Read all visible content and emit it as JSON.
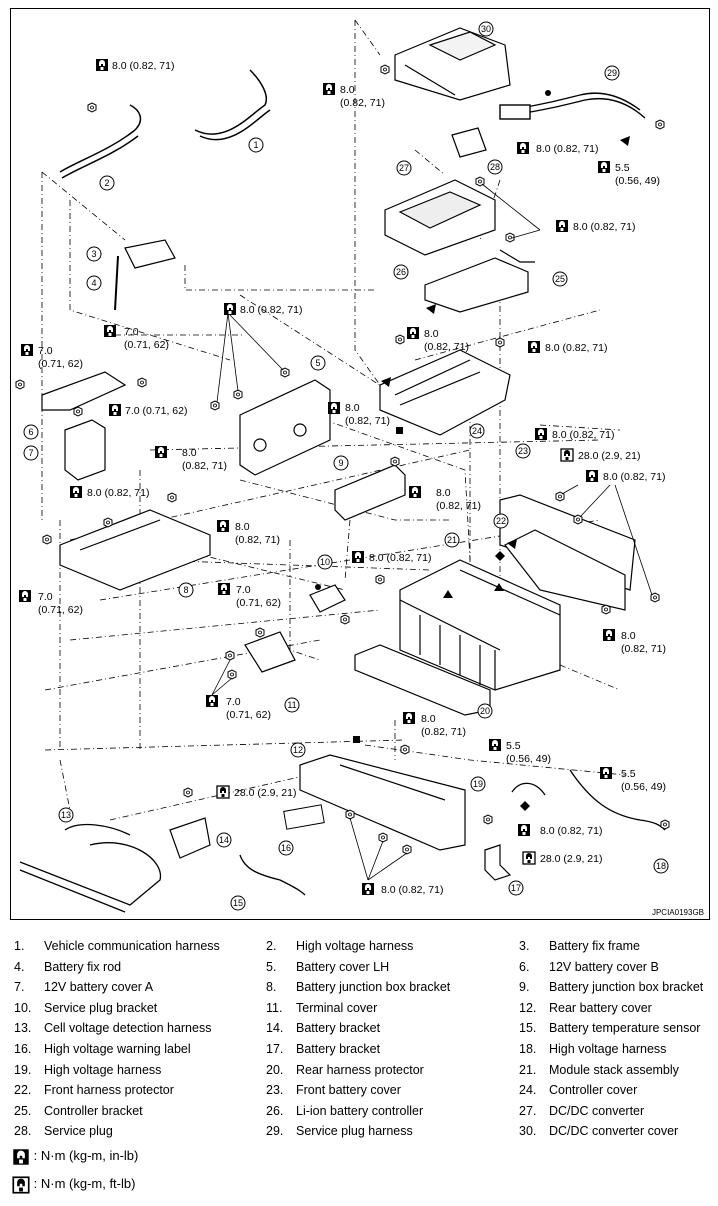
{
  "diagram": {
    "code": "JPCIA0193GB",
    "callouts": [
      "1",
      "2",
      "3",
      "4",
      "5",
      "6",
      "7",
      "8",
      "9",
      "10",
      "11",
      "12",
      "13",
      "14",
      "15",
      "16",
      "17",
      "18",
      "19",
      "20",
      "21",
      "22",
      "23",
      "24",
      "25",
      "26",
      "27",
      "28",
      "29",
      "30"
    ],
    "torque_labels": {
      "t8": "8.0 (0.82, 71)",
      "t8b": "8.0",
      "t8c": "(0.82, 71)",
      "t7": "7.0 (0.71, 62)",
      "t7b": "7.0",
      "t7c": "(0.71, 62)",
      "t55": "5.5",
      "t55c": "(0.56, 49)",
      "t28": "28.0 (2.9, 21)"
    }
  },
  "legend": {
    "items": [
      {
        "num": "1.",
        "label": "Vehicle communication harness"
      },
      {
        "num": "2.",
        "label": "High voltage harness"
      },
      {
        "num": "3.",
        "label": "Battery fix frame"
      },
      {
        "num": "4.",
        "label": "Battery fix rod"
      },
      {
        "num": "5.",
        "label": "Battery cover LH"
      },
      {
        "num": "6.",
        "label": "12V battery cover B"
      },
      {
        "num": "7.",
        "label": "12V battery cover A"
      },
      {
        "num": "8.",
        "label": "Battery junction box bracket"
      },
      {
        "num": "9.",
        "label": "Battery junction box bracket"
      },
      {
        "num": "10.",
        "label": "Service plug bracket"
      },
      {
        "num": "11.",
        "label": "Terminal cover"
      },
      {
        "num": "12.",
        "label": "Rear battery cover"
      },
      {
        "num": "13.",
        "label": "Cell voltage detection harness"
      },
      {
        "num": "14.",
        "label": "Battery bracket"
      },
      {
        "num": "15.",
        "label": "Battery temperature sensor"
      },
      {
        "num": "16.",
        "label": "High voltage warning label"
      },
      {
        "num": "17.",
        "label": "Battery bracket"
      },
      {
        "num": "18.",
        "label": "High voltage harness"
      },
      {
        "num": "19.",
        "label": "High voltage harness"
      },
      {
        "num": "20.",
        "label": "Rear harness protector"
      },
      {
        "num": "21.",
        "label": "Module stack assembly"
      },
      {
        "num": "22.",
        "label": "Front harness protector"
      },
      {
        "num": "23.",
        "label": "Front battery cover"
      },
      {
        "num": "24.",
        "label": "Controller cover"
      },
      {
        "num": "25.",
        "label": "Controller bracket"
      },
      {
        "num": "26.",
        "label": "Li-ion battery controller"
      },
      {
        "num": "27.",
        "label": "DC/DC converter"
      },
      {
        "num": "28.",
        "label": "Service plug"
      },
      {
        "num": "29.",
        "label": "Service plug harness"
      },
      {
        "num": "30.",
        "label": "DC/DC converter cover"
      }
    ],
    "units": [
      {
        "icon": "torque-nm-in-icon",
        "text": ": N·m (kg-m, in-lb)"
      },
      {
        "icon": "torque-nm-ft-icon",
        "text": ": N·m (kg-m, ft-lb)"
      }
    ]
  }
}
